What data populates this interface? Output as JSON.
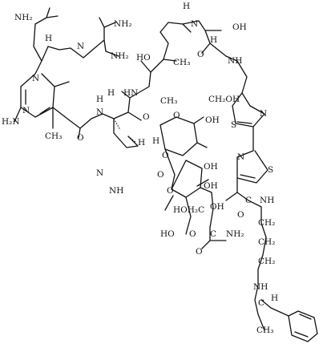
{
  "labels": {
    "nh2_a": "NH₂",
    "nh2_b": "NH₂",
    "nh2_c": "NH₂",
    "h_amine": "H",
    "n_amine": "N",
    "h_amide1": "H",
    "n_amide1": "N",
    "oh_thr": "OH",
    "h_alpha1": "H",
    "ho_1": "HO",
    "ch3_1": "CH₃",
    "n_pym1": "N",
    "n_pym2": "N",
    "h2n_pym": "H₂N",
    "ch3_pym": "CH₃",
    "hn_1": "HN",
    "h_2": "H",
    "n_amide2": "N",
    "h_3": "H",
    "ch3_2": "CH₃",
    "h_4": "H",
    "o_amide2": "O",
    "o_amide3": "O",
    "ch2oh": "CH₂OH",
    "oh_s1": "OH",
    "o_s1": "O",
    "h_5": "H",
    "o_s2": "O",
    "oh_s2": "OH",
    "n_im1": "N",
    "nh_im": "NH",
    "o_s3": "O",
    "o_s4": "O",
    "oh_s3": "OH",
    "hoh2c": "HOH₂C",
    "oh_s4": "OH",
    "ho_s": "HO",
    "o_carb": "O",
    "c_carb": "C",
    "nh2_carb": "NH₂",
    "o_carb_dbl": "O",
    "s_thz1": "S",
    "n_thz1": "N",
    "n_thz2": "N",
    "s_thz2": "S",
    "c_amide": "C",
    "nh_amide": "NH",
    "o_amide_side": "O",
    "ch2_1": "CH₂",
    "ch2_2": "CH₂",
    "ch2_3": "CH₂",
    "nh_side": "NH",
    "c_side": "C",
    "h_side": "H",
    "ch3_side": "CH₃",
    "nh_thr": "NH",
    "o_thr": "O"
  }
}
